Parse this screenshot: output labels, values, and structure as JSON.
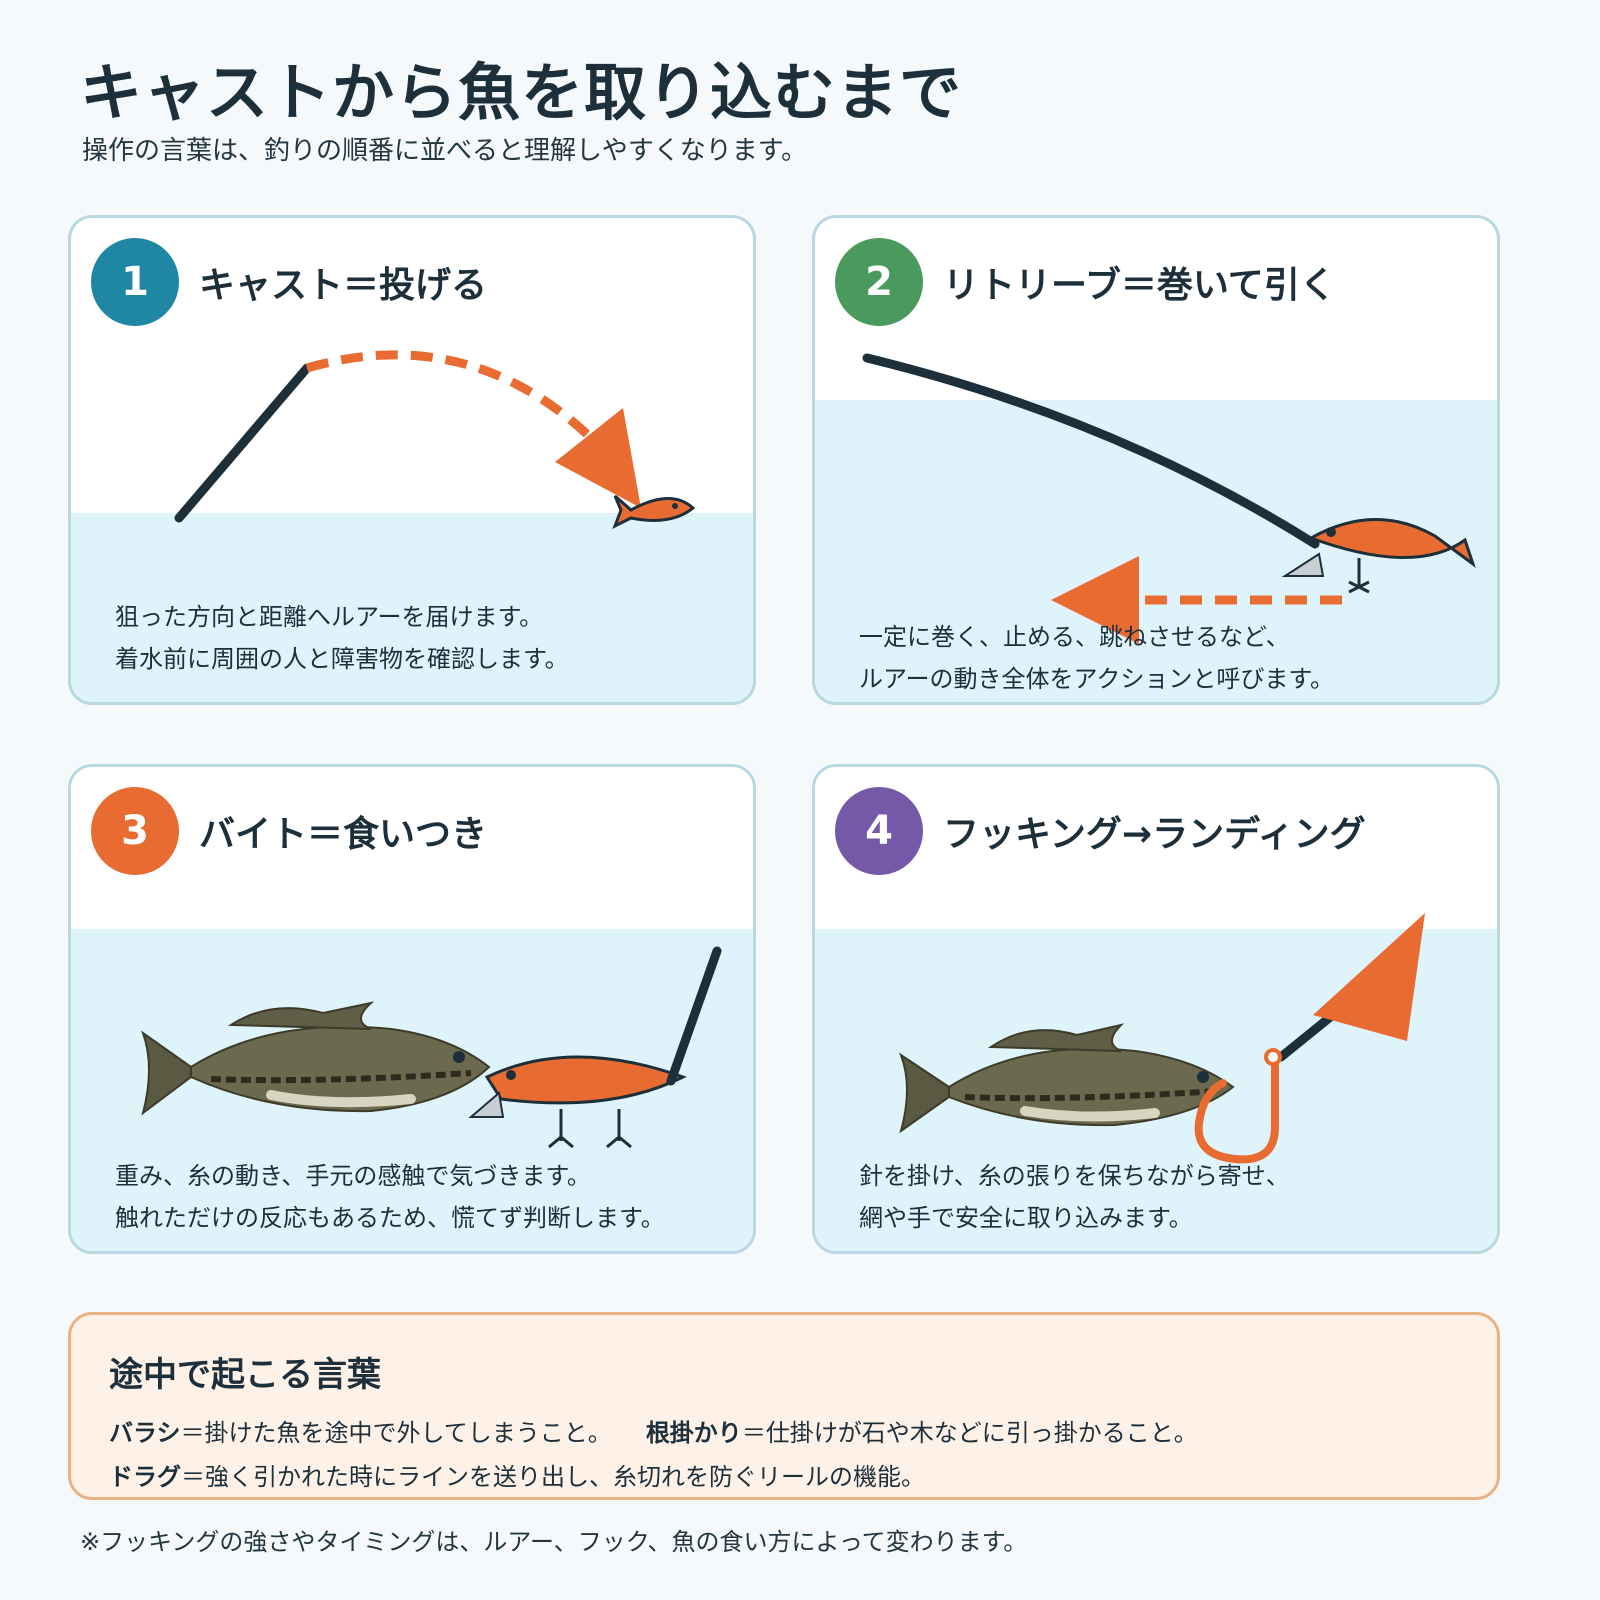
{
  "header": {
    "title": "キャストから魚を取り込むまで",
    "subtitle": "操作の言葉は、釣りの順番に並べると理解しやすくなります。"
  },
  "steps": [
    {
      "number": "1",
      "title": "キャスト＝投げる",
      "desc": [
        "狙った方向と距離へルアーを届けます。",
        "着水前に周囲の人と障害物を確認します。"
      ],
      "color": "#1f86a3"
    },
    {
      "number": "2",
      "title": "リトリーブ＝巻いて引く",
      "desc": [
        "一定に巻く、止める、跳ねさせるなど、",
        "ルアーの動き全体をアクションと呼びます。"
      ],
      "color": "#4a9a5e"
    },
    {
      "number": "3",
      "title": "バイト＝食いつき",
      "desc": [
        "重み、糸の動き、手元の感触で気づきます。",
        "触れただけの反応もあるため、慌てず判断します。"
      ],
      "color": "#e86c32"
    },
    {
      "number": "4",
      "title": "フッキング→ランディング",
      "desc": [
        "針を掛け、糸の張りを保ちながら寄せ、",
        "網や手で安全に取り込みます。"
      ],
      "color": "#7658a8"
    }
  ],
  "terms": {
    "title": "途中で起こる言葉",
    "items": [
      {
        "term": "バラシ",
        "def": "＝掛けた魚を途中で外してしまうこと。"
      },
      {
        "term": "根掛かり",
        "def": "＝仕掛けが石や木などに引っ掛かること。"
      },
      {
        "term": "ドラグ",
        "def": "＝強く引かれた時にラインを送り出し、糸切れを防ぐリールの機能。"
      }
    ]
  },
  "footnote": "※フッキングの強さやタイミングは、ルアー、フック、魚の食い方によって変わります。",
  "colors": {
    "accent": "#e86c32",
    "ink": "#1c2f3a",
    "water": "#dff3fa",
    "card_border": "#b9d8e2"
  }
}
